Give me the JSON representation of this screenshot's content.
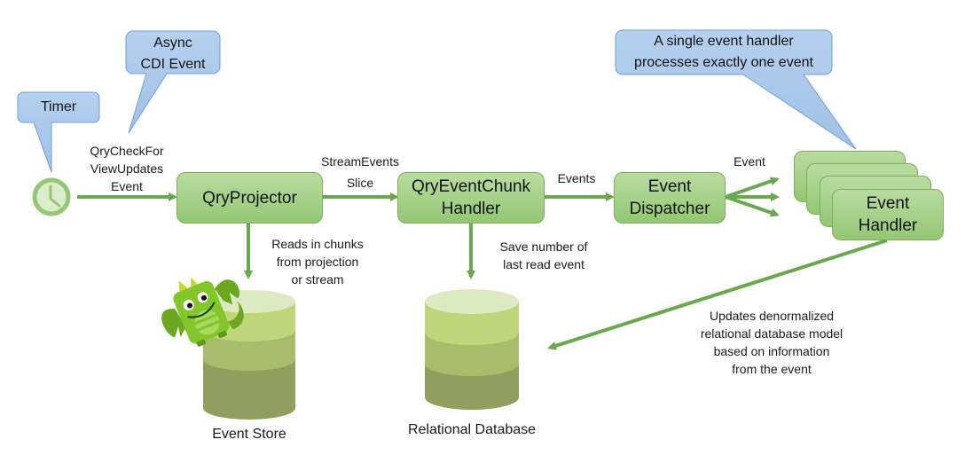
{
  "callouts": {
    "timer": "Timer",
    "async_cdi": [
      "Async",
      "CDI Event"
    ],
    "single_handler": [
      "A single event handler",
      "processes exactly one event"
    ]
  },
  "nodes": {
    "projector": "QryProjector",
    "chunk_handler": [
      "QryEventChunk",
      "Handler"
    ],
    "dispatcher": [
      "Event",
      "Dispatcher"
    ],
    "event_handler": [
      "Event",
      "Handler"
    ]
  },
  "edge_labels": {
    "check_for_updates": [
      "QryCheckFor",
      "ViewUpdates",
      "Event"
    ],
    "stream_events_slice": [
      "StreamEvents",
      "Slice"
    ],
    "events": "Events",
    "event": "Event",
    "reads_in_chunks": [
      "Reads in chunks",
      "from projection",
      "or stream"
    ],
    "save_number": [
      "Save number of",
      "last read event"
    ],
    "updates_denormalized": [
      "Updates denormalized",
      "relational database model",
      "based on information",
      "from the event"
    ]
  },
  "stores": {
    "event_store": "Event Store",
    "relational_db": "Relational Database"
  },
  "icons": {
    "timer": "clock-icon",
    "mascot": "dragon-mascot-icon"
  },
  "colors": {
    "node_fill_top": "#b9dca0",
    "node_fill_bottom": "#93c773",
    "node_border": "#7ab05c",
    "arrow": "#6aa84f",
    "callout_fill": "#a9c7e8",
    "callout_border": "#6f9fd8",
    "db_top": "#dde9c0",
    "db_band1": "#c0d67a",
    "db_band2": "#a9bc6c",
    "db_band3": "#919f5e"
  }
}
